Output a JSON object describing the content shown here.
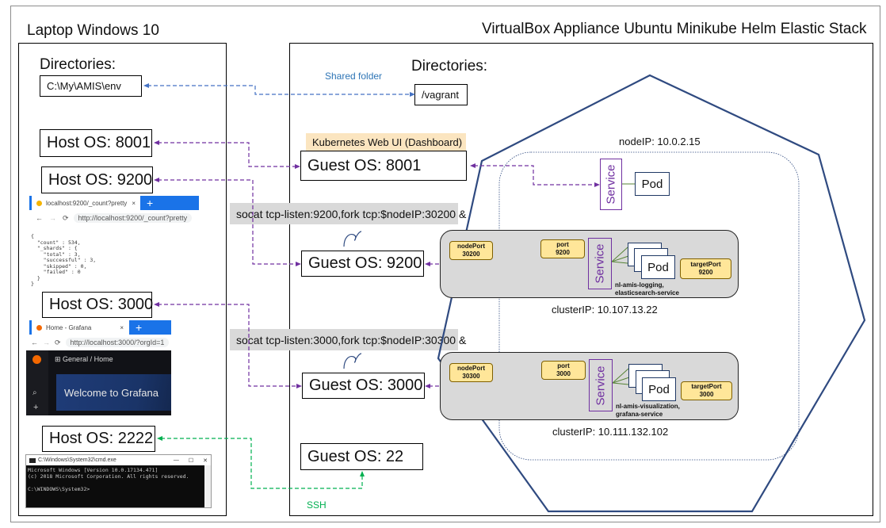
{
  "laptop": {
    "title": "Laptop Windows 10",
    "directories_heading": "Directories:",
    "directory": "C:\\My\\AMIS\\env",
    "host_ports": [
      "Host OS: 8001",
      "Host OS: 9200",
      "Host OS: 3000",
      "Host OS: 2222"
    ],
    "es_browser": {
      "tab_title": "localhost:9200/_count?pretty",
      "tab_close": "×",
      "new_tab": "+",
      "url": "http://localhost:9200/_count?pretty",
      "json": "{\n  \"count\" : 534,\n  \"_shards\" : {\n    \"total\" : 3,\n    \"successful\" : 3,\n    \"skipped\" : 0,\n    \"failed\" : 0\n  }\n}"
    },
    "grafana_browser": {
      "tab_title": "Home - Grafana",
      "tab_close": "×",
      "new_tab": "+",
      "url": "http://localhost:3000/?orgId=1",
      "breadcrumb": "General  /  Home",
      "welcome": "Welcome to Grafana"
    },
    "cmd_window": {
      "title": "C:\\Windows\\System32\\cmd.exe",
      "text": "Microsoft Windows [Version 10.0.17134.471]\n(c) 2018 Microsoft Corporation. All rights reserved.\n\nC:\\WINDOWS\\System32>"
    }
  },
  "vm": {
    "title": "VirtualBox Appliance Ubuntu Minikube Helm Elastic Stack",
    "directories_heading": "Directories:",
    "directory": "/vagrant",
    "shared_folder_label": "Shared folder",
    "dashboard_label": "Kubernetes Web UI (Dashboard)",
    "guest_ports": [
      "Guest OS: 8001",
      "Guest OS: 9200",
      "Guest OS: 3000",
      "Guest OS: 22"
    ],
    "socat_commands": [
      "socat tcp-listen:9200,fork tcp:$nodeIP:30200 &",
      "socat tcp-listen:3000,fork tcp:$nodeIP:30300 &"
    ],
    "ssh_label": "SSH"
  },
  "cluster": {
    "node_ip": "nodeIP: 10.0.2.15",
    "dashboard_service": {
      "service_label": "Service",
      "pod_label": "Pod"
    },
    "services": [
      {
        "node_port_label": "nodePort",
        "node_port": "30200",
        "port_label": "port",
        "port": "9200",
        "target_port_label": "targetPort",
        "target_port": "9200",
        "service_label": "Service",
        "pod_label": "Pod",
        "name_line1": "nl-amis-logging,",
        "name_line2": "elasticsearch-service",
        "cluster_ip": "clusterIP: 10.107.13.22"
      },
      {
        "node_port_label": "nodePort",
        "node_port": "30300",
        "port_label": "port",
        "port": "3000",
        "target_port_label": "targetPort",
        "target_port": "3000",
        "service_label": "Service",
        "pod_label": "Pod",
        "name_line1": "nl-amis-visualization,",
        "name_line2": "grafana-service",
        "cluster_ip": "clusterIP: 10.111.132.102"
      }
    ]
  },
  "colors": {
    "port_forward": "#7030a0",
    "shared_folder": "#4472c4",
    "ssh": "#00b050",
    "node_outline": "#2f4a80",
    "service": "#7030a0"
  }
}
